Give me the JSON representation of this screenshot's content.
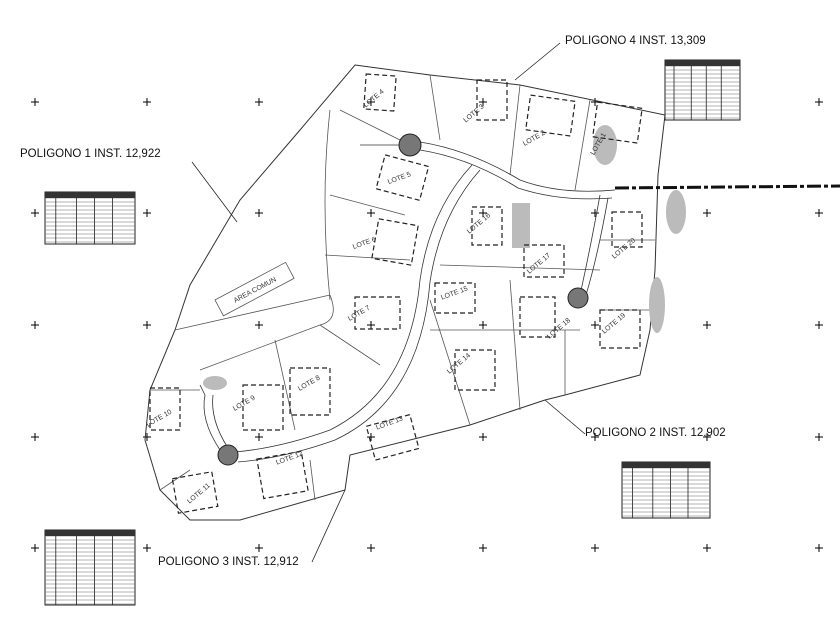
{
  "callouts": {
    "poligono4": "POLIGONO 4 INST. 13,309",
    "poligono1": "POLIGONO 1 INST. 12,922",
    "poligono2": "POLIGONO 2 INST. 12,902",
    "poligono3": "POLIGONO 3 INST. 12,912"
  },
  "area_comun": "AREA COMUN",
  "lotes": [
    "LOTE 1",
    "LOTE 2",
    "LOTE 3",
    "LOTE 4",
    "LOTE 5",
    "LOTE 6",
    "LOTE 7",
    "LOTE 8",
    "LOTE 9",
    "LOTE 10",
    "LOTE 11",
    "LOTE 12",
    "LOTE 13",
    "LOTE 14",
    "LOTE 15",
    "LOTE 16",
    "LOTE 17",
    "LOTE 18",
    "LOTE 19",
    "LOTE 20"
  ],
  "colors": {
    "line": "#222222",
    "hatch": "#bbbbbb"
  }
}
